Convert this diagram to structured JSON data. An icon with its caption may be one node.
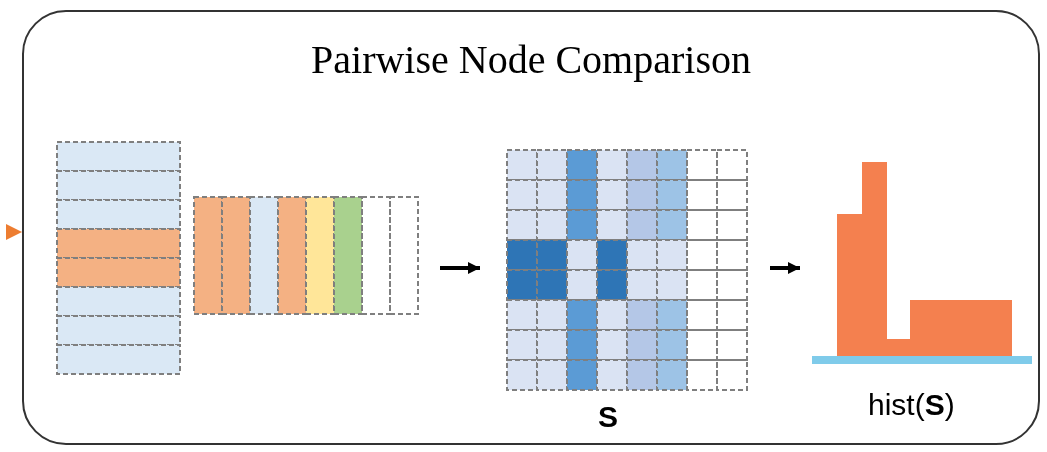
{
  "diagram": {
    "nodes": [
      {
        "text": [
          "Pairwise Node Comparison"
        ]
      },
      {
        "text": [],
        "shape": "picture",
        "in": 0
      },
      {
        "text": [],
        "shape": "picture",
        "in": 0,
        "beside": [
          "**S**"
        ]
      },
      {
        "text": [],
        "shape": "picture",
        "in": 0,
        "beside": [
          "hist(**S**)"
        ]
      }
    ],
    "edges": [
      {
        "from": null,
        "to": 0,
        "arrow": "to",
        "color": "#ed7d31"
      },
      {
        "from": 1,
        "to": 2,
        "arrow": "to"
      },
      {
        "from": 2,
        "to": 3,
        "arrow": "to"
      }
    ]
  }
}
